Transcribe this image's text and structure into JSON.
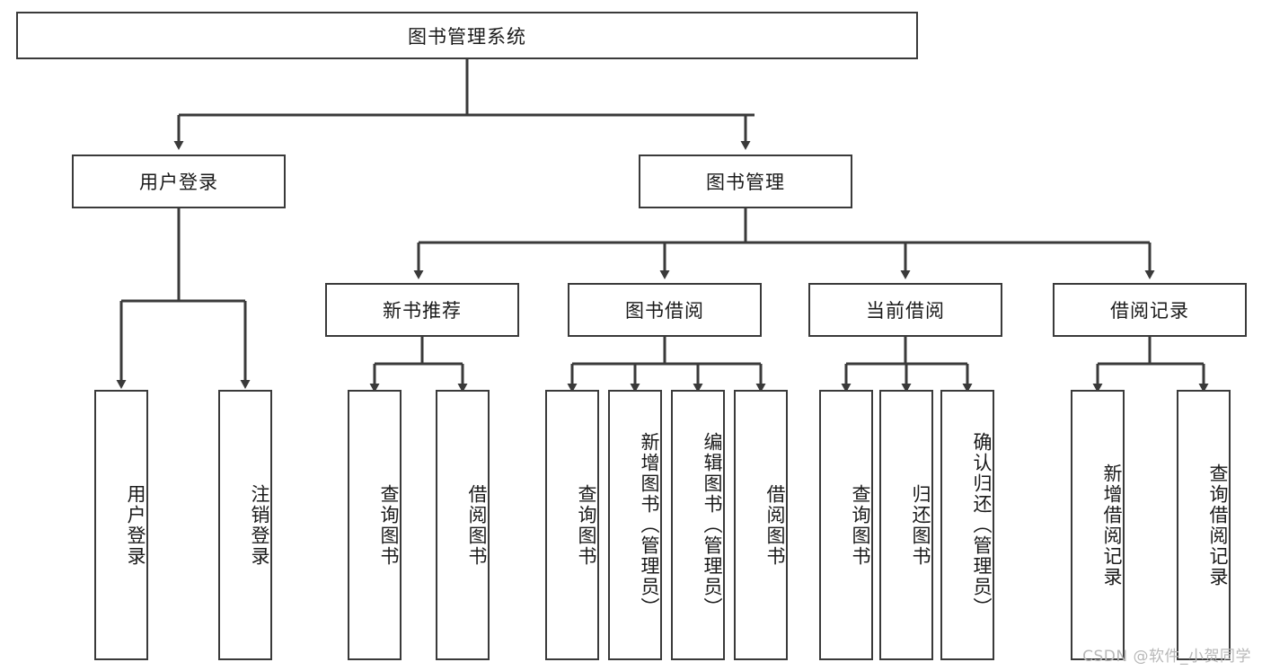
{
  "diagram": {
    "type": "tree",
    "title": "图书管理系统",
    "root": {
      "label": "图书管理系统"
    },
    "level2": [
      {
        "label": "用户登录"
      },
      {
        "label": "图书管理"
      }
    ],
    "level3": [
      {
        "label": "新书推荐"
      },
      {
        "label": "图书借阅"
      },
      {
        "label": "当前借阅"
      },
      {
        "label": "借阅记录"
      }
    ],
    "leaves": {
      "user_login": [
        {
          "label": "用户登录"
        },
        {
          "label": "注销登录"
        }
      ],
      "new_book_recommend": [
        {
          "label": "查询图书"
        },
        {
          "label": "借阅图书"
        }
      ],
      "book_borrow": [
        {
          "label": "查询图书"
        },
        {
          "label": "新增图书（管理员）"
        },
        {
          "label": "编辑图书（管理员）"
        },
        {
          "label": "借阅图书"
        }
      ],
      "current_borrow": [
        {
          "label": "查询图书"
        },
        {
          "label": "归还图书"
        },
        {
          "label": "确认归还（管理员）"
        }
      ],
      "borrow_record": [
        {
          "label": "新增借阅记录"
        },
        {
          "label": "查询借阅记录"
        }
      ]
    }
  },
  "watermark": {
    "text": "CSDN @软件_小贺同学"
  },
  "colors": {
    "stroke": "#3a3a3a",
    "fill": "#ffffff",
    "text": "#1a1a1a",
    "watermark": "#b8b8b8"
  }
}
